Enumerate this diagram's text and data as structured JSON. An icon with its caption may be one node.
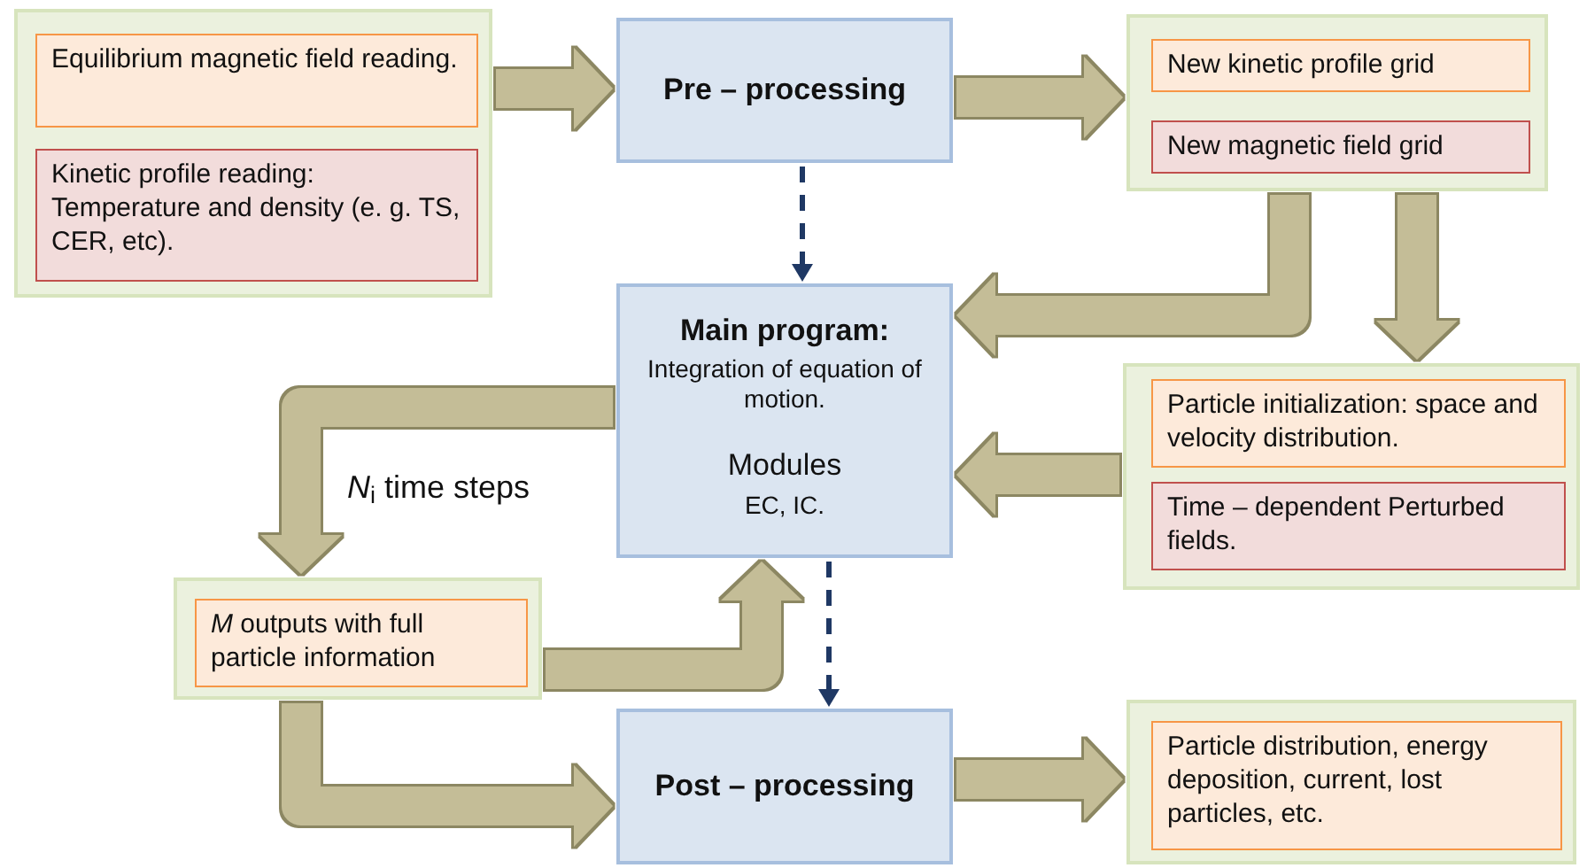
{
  "diagram": {
    "nodes": [
      {
        "text": [],
        "shape": "box"
      },
      {
        "text": [
          "Equilibrium magnetic field reading."
        ],
        "in": 0
      },
      {
        "text": [
          "Kinetic profile reading: Temperature and density (e. g. TS, CER, etc)."
        ],
        "in": 0
      },
      {
        "text": [
          "Pre – processing"
        ]
      },
      {
        "text": [],
        "shape": "box"
      },
      {
        "text": [
          "New kinetic profile grid"
        ],
        "in": 4
      },
      {
        "text": [
          "New magnetic field grid"
        ],
        "in": 4
      },
      {
        "text": [
          "Main program:",
          "Integration of equation of motion.",
          "Modules",
          "EC, IC."
        ]
      },
      {
        "text": [],
        "shape": "box"
      },
      {
        "text": [
          "Particle initialization: space and velocity distribution."
        ],
        "in": 8
      },
      {
        "text": [
          "Time – dependent Perturbed fields."
        ],
        "in": 8
      },
      {
        "text": [],
        "shape": "box"
      },
      {
        "text": [
          "*M* outputs with full particle information"
        ],
        "in": 11
      },
      {
        "text": [
          "Post – processing"
        ]
      },
      {
        "text": [],
        "shape": "box"
      },
      {
        "text": [
          "Particle distribution, energy deposition, current, lost particles, etc."
        ],
        "in": 14
      }
    ],
    "edges": [
      {
        "from": 0,
        "to": 3,
        "arrow": "to"
      },
      {
        "from": 3,
        "to": 4,
        "arrow": "to"
      },
      {
        "from": 3,
        "to": 7,
        "arrow": "to",
        "style": "dashed",
        "color": "#1f3864"
      },
      {
        "from": 4,
        "to": 7,
        "arrow": "to"
      },
      {
        "from": 4,
        "to": 8,
        "arrow": "to"
      },
      {
        "from": 8,
        "to": 7,
        "arrow": "to"
      },
      {
        "from": 7,
        "to": 11,
        "arrow": "to",
        "label": "*N*$_{i}$ time steps"
      },
      {
        "from": 11,
        "to": 7,
        "arrow": "to"
      },
      {
        "from": 7,
        "to": 13,
        "arrow": "to",
        "style": "dashed",
        "color": "#1f3864"
      },
      {
        "from": 11,
        "to": 13,
        "arrow": "to"
      },
      {
        "from": 13,
        "to": 14,
        "arrow": "to"
      }
    ]
  }
}
